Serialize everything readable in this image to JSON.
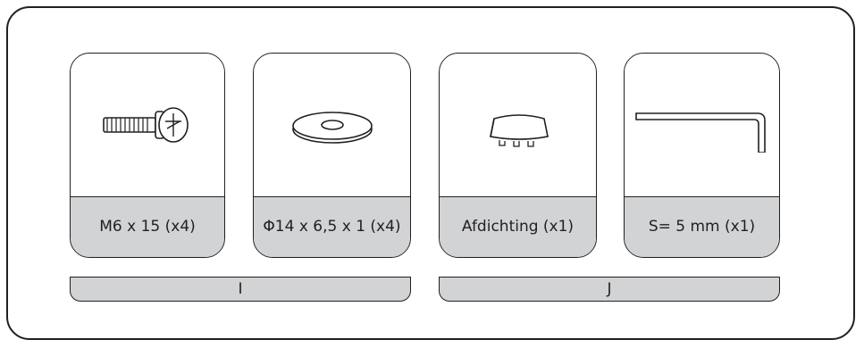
{
  "groups": [
    {
      "label": "I",
      "parts": [
        {
          "label": "M6 x 15 (x4)",
          "icon": "bolt-icon"
        },
        {
          "label": "Φ14 x 6,5 x 1 (x4)",
          "icon": "washer-icon"
        }
      ]
    },
    {
      "label": "J",
      "parts": [
        {
          "label": "Afdichting (x1)",
          "icon": "end-cap-icon"
        },
        {
          "label": "S= 5 mm (x1)",
          "icon": "hex-key-icon"
        }
      ]
    }
  ]
}
